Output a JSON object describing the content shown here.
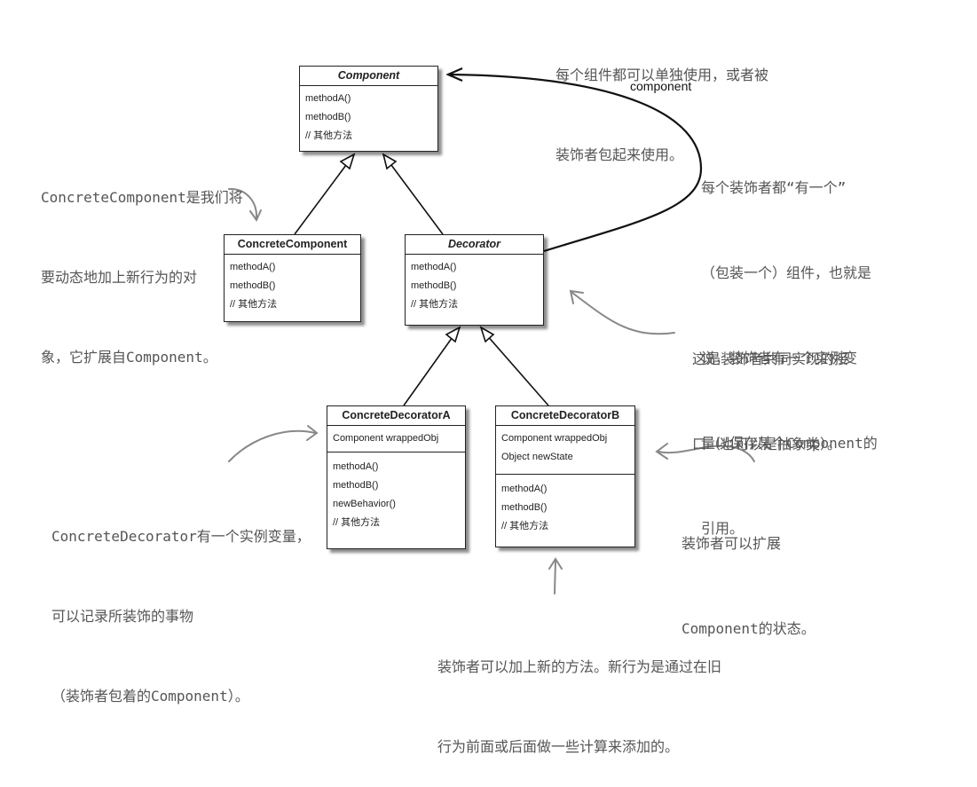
{
  "classes": {
    "component": {
      "name": "Component",
      "methods": [
        "methodA()",
        "methodB()",
        "// 其他方法"
      ]
    },
    "concrete_component": {
      "name": "ConcreteComponent",
      "methods": [
        "methodA()",
        "methodB()",
        "// 其他方法"
      ]
    },
    "decorator": {
      "name": "Decorator",
      "methods": [
        "methodA()",
        "methodB()",
        "// 其他方法"
      ]
    },
    "decorator_a": {
      "name": "ConcreteDecoratorA",
      "fields": [
        "Component wrappedObj"
      ],
      "methods": [
        "methodA()",
        "methodB()",
        "newBehavior()",
        "// 其他方法"
      ]
    },
    "decorator_b": {
      "name": "ConcreteDecoratorB",
      "fields": [
        "Component wrappedObj",
        "Object newState"
      ],
      "methods": [
        "methodA()",
        "methodB()",
        "// 其他方法"
      ]
    }
  },
  "association_label": "component",
  "notes": {
    "top": [
      "每个组件都可以单独使用，或者被",
      "装饰者包起来使用。"
    ],
    "concrete_component": [
      "ConcreteComponent是我们将",
      "要动态地加上新行为的对",
      "象，它扩展自Component。"
    ],
    "has_a": [
      "每个装饰者都“有一个”",
      "（包装一个）组件，也就是",
      "说，装饰者有一个实例变",
      "量以保存某个Component的",
      "引用。"
    ],
    "interface": [
      "这是装饰者共同实现的接",
      "口（也可以是抽象类）。"
    ],
    "concrete_decorator": [
      "ConcreteDecorator有一个实例变量，",
      "可以记录所装饰的事物",
      "（装饰者包着的Component）。"
    ],
    "extend_state": [
      "装饰者可以扩展",
      "Component的状态。"
    ],
    "new_methods": [
      "装饰者可以加上新的方法。新行为是通过在旧",
      "行为前面或后面做一些计算来添加的。"
    ]
  }
}
